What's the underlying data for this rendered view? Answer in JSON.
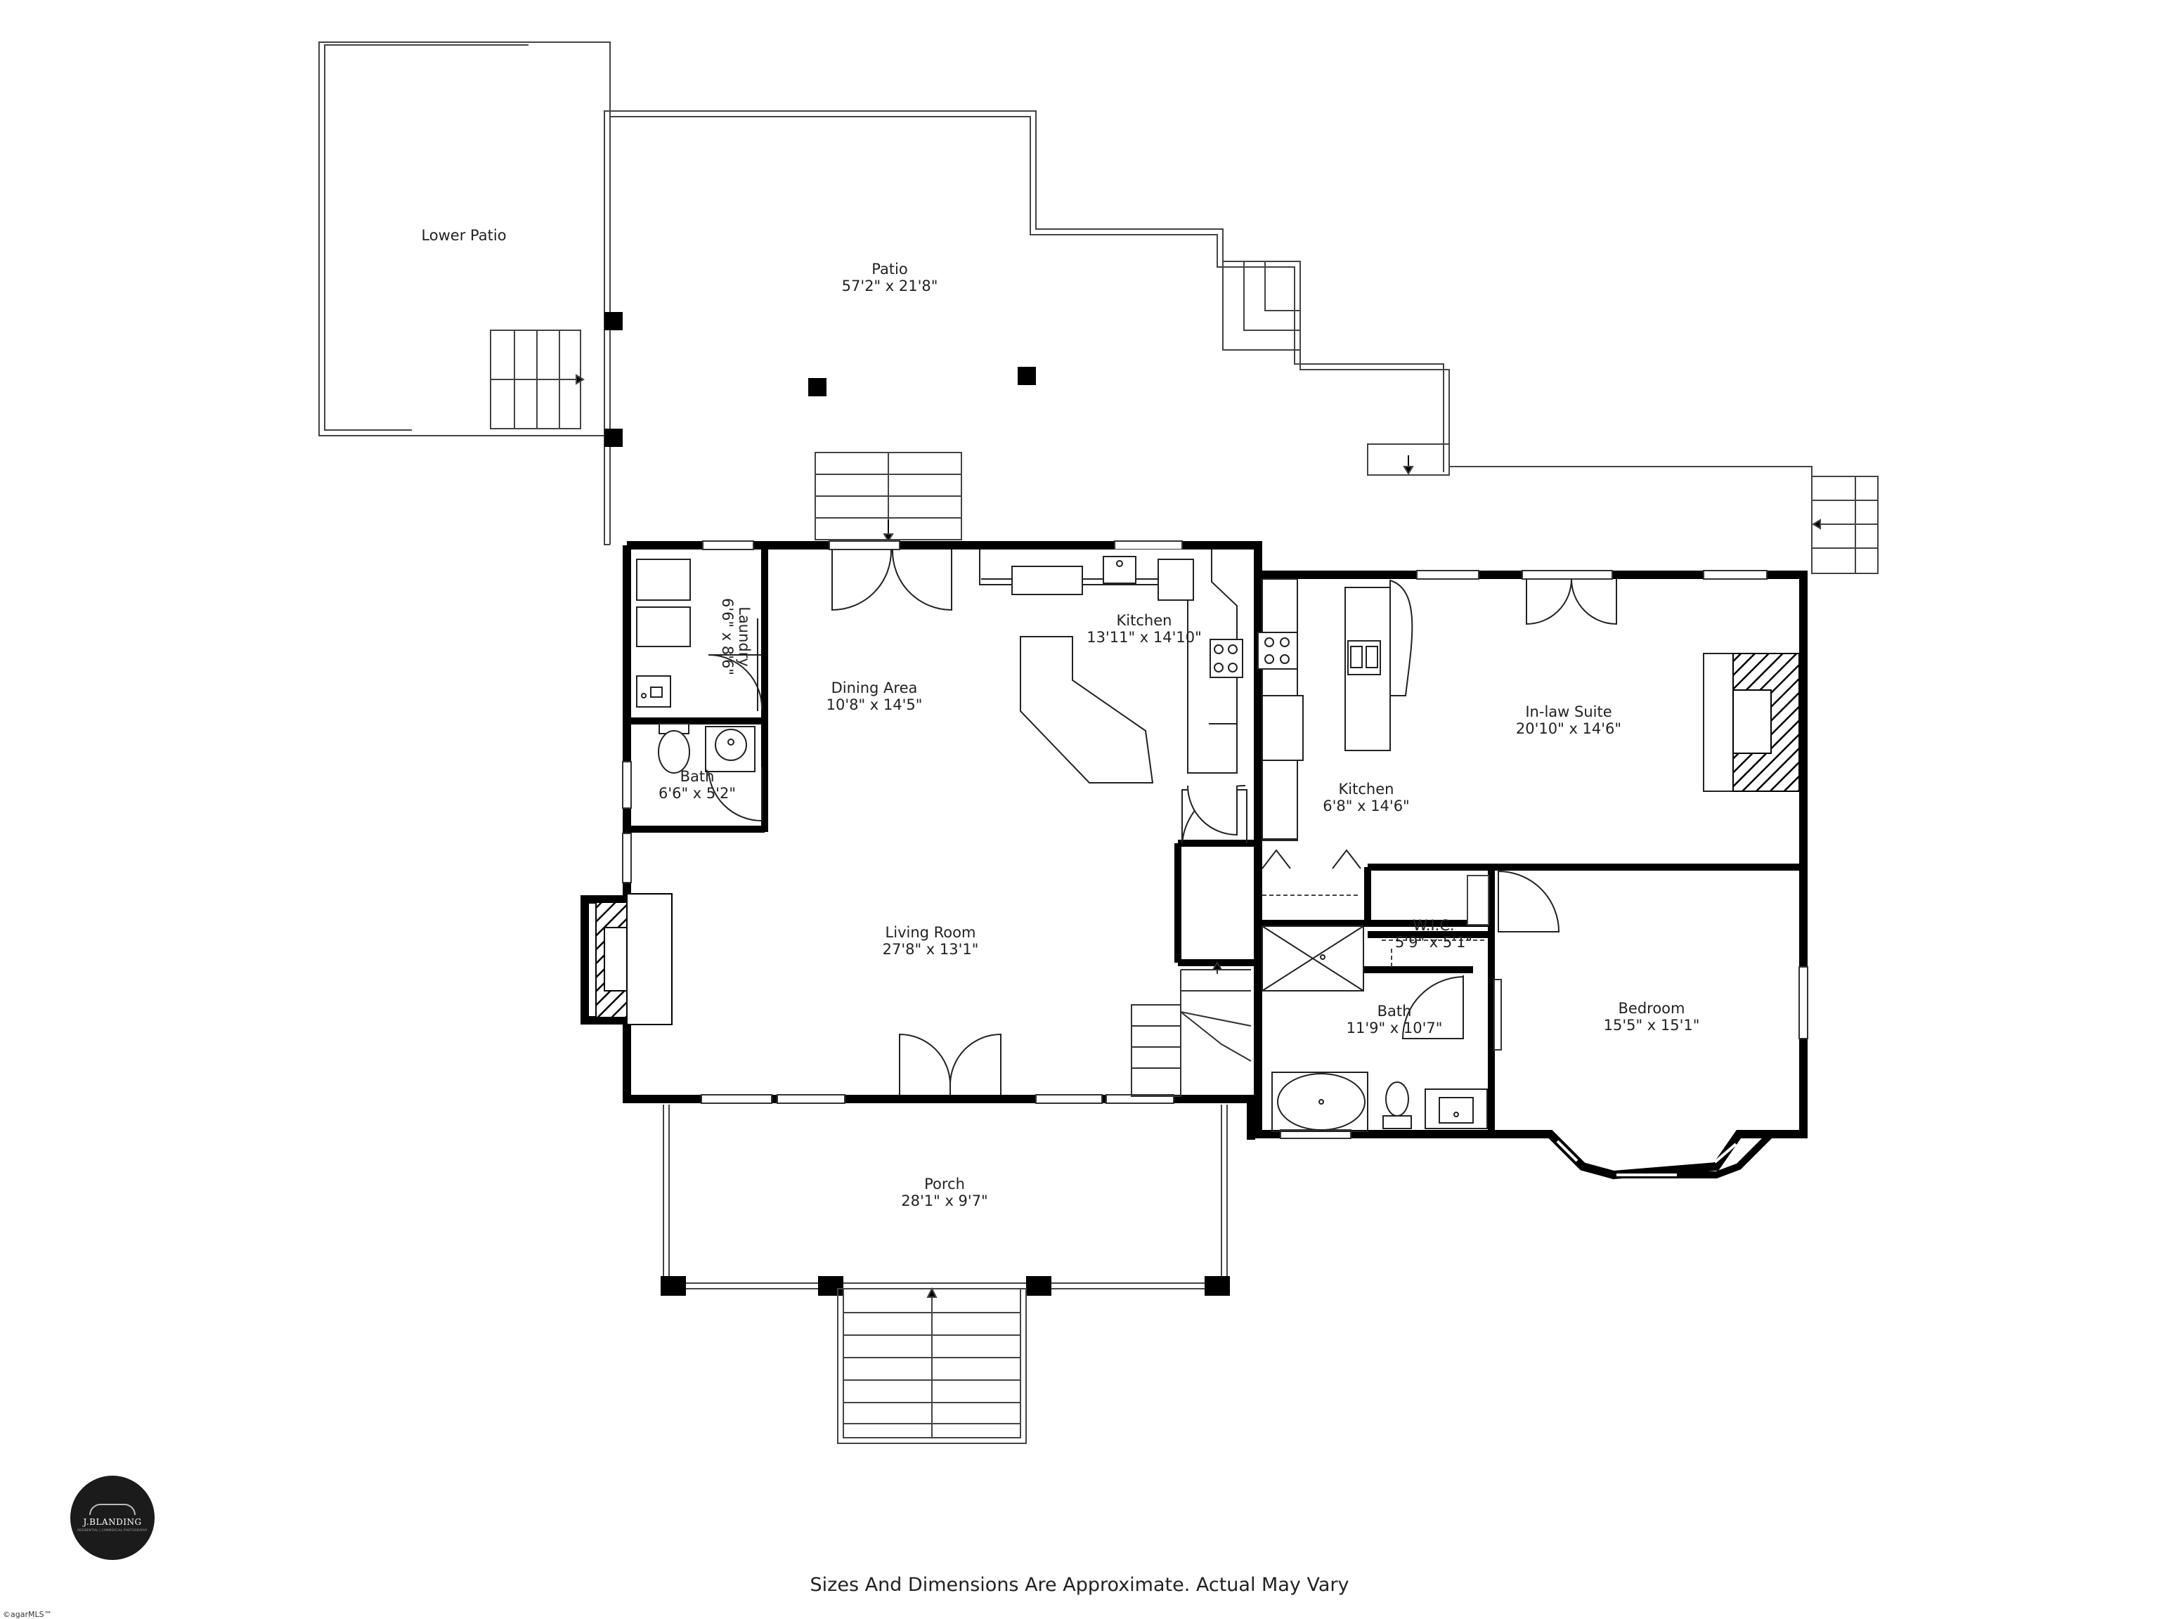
{
  "rooms": {
    "lower_patio": {
      "name": "Lower Patio"
    },
    "patio": {
      "name": "Patio",
      "dims": "57'2\" x 21'8\""
    },
    "laundry": {
      "name": "Laundry",
      "dims": "6'6\" x 8'6\""
    },
    "bath_half": {
      "name": "Bath",
      "dims": "6'6\" x 5'2\""
    },
    "dining": {
      "name": "Dining Area",
      "dims": "10'8\" x 14'5\""
    },
    "kitchen_main": {
      "name": "Kitchen",
      "dims": "13'11\" x 14'10\""
    },
    "inlaw": {
      "name": "In-law Suite",
      "dims": "20'10\" x 14'6\""
    },
    "kitchen_inlaw": {
      "name": "Kitchen",
      "dims": "6'8\" x 14'6\""
    },
    "living": {
      "name": "Living Room",
      "dims": "27'8\" x 13'1\""
    },
    "wic": {
      "name": "W.I.C.",
      "dims": "5'9\" x 5'1\""
    },
    "bath_master": {
      "name": "Bath",
      "dims": "11'9\" x 10'7\""
    },
    "bedroom": {
      "name": "Bedroom",
      "dims": "15'5\" x 15'1\""
    },
    "porch": {
      "name": "Porch",
      "dims": "28'1\" x 9'7\""
    }
  },
  "footer": {
    "disclaimer": "Sizes And Dimensions Are Approximate. Actual May Vary"
  },
  "logo": {
    "name": "J.BLANDING",
    "tagline": "RESIDENTIAL | COMMERCIAL PHOTOGRAPHY"
  },
  "watermark": "©agarMLS™",
  "colors": {
    "wall": "#000000",
    "line": "#333333",
    "background": "#ffffff"
  }
}
